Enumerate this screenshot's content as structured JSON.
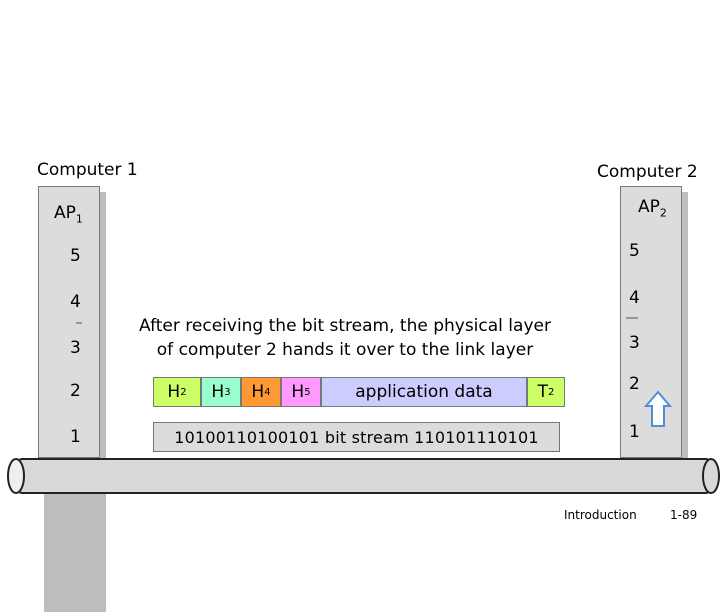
{
  "computers": {
    "left": {
      "label": "Computer 1",
      "ap": "AP",
      "ap_sub": "1"
    },
    "right": {
      "label": "Computer 2",
      "ap": "AP",
      "ap_sub": "2"
    }
  },
  "layers": {
    "left": [
      "5",
      "4",
      "3",
      "2",
      "1"
    ],
    "right": [
      "5",
      "4",
      "3",
      "2",
      "1"
    ]
  },
  "note": {
    "line1": "After receiving the bit stream, the physical layer",
    "line2": "of computer 2 hands it over to the link layer"
  },
  "frame": {
    "h2": "H",
    "h2_sub": "2",
    "h3": "H",
    "h3_sub": "3",
    "h4": "H",
    "h4_sub": "4",
    "h5": "H",
    "h5_sub": "5",
    "payload": "application data",
    "t2": "T",
    "t2_sub": "2"
  },
  "bitstream": "10100110100101  bit stream  110101110101",
  "footer": {
    "section": "Introduction",
    "page": "1-89"
  },
  "colors": {
    "stack": "#dcdcdc",
    "h2": "#ccff66",
    "h3": "#99ffcc",
    "h4": "#ff9933",
    "h5": "#ff99ff",
    "payload": "#ccccff",
    "t2": "#ccff66",
    "cable": "#d9d9d9",
    "arrow": "#4d8fd6"
  }
}
